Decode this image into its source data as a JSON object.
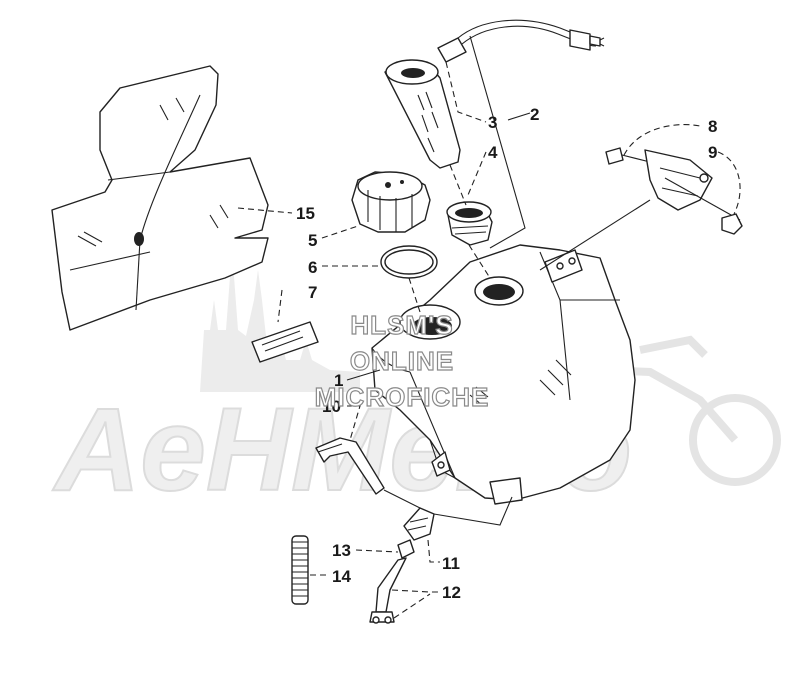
{
  "watermark": {
    "brand": "AeHMemo",
    "line1": "HLSM'S",
    "line2": "ONLINE",
    "line3": "MICROFICHE"
  },
  "callouts": {
    "c1": "1",
    "c2": "2",
    "c3": "3",
    "c4": "4",
    "c5": "5",
    "c6": "6",
    "c7": "7",
    "c8": "8",
    "c9": "9",
    "c10": "10",
    "c11": "11",
    "c12": "12",
    "c13": "13",
    "c14": "14",
    "c15": "15"
  }
}
